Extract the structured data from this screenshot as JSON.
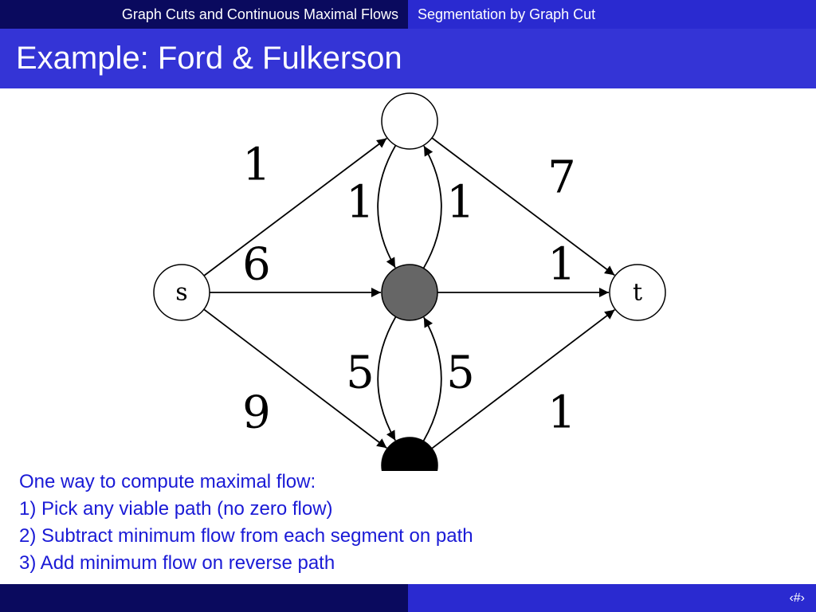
{
  "header": {
    "left_title": "Graph Cuts and Continuous Maximal Flows",
    "right_title": "Segmentation by Graph Cut",
    "slide_title": "Example: Ford & Fulkerson"
  },
  "graph": {
    "nodes": [
      {
        "id": "s",
        "label": "s",
        "fill": "#ffffff"
      },
      {
        "id": "a",
        "label": "",
        "fill": "#ffffff"
      },
      {
        "id": "b",
        "label": "",
        "fill": "#666666"
      },
      {
        "id": "c",
        "label": "",
        "fill": "#000000"
      },
      {
        "id": "t",
        "label": "t",
        "fill": "#ffffff"
      }
    ],
    "edges": [
      {
        "from": "s",
        "to": "a",
        "capacity": "1"
      },
      {
        "from": "s",
        "to": "b",
        "capacity": "6"
      },
      {
        "from": "s",
        "to": "c",
        "capacity": "9"
      },
      {
        "from": "a",
        "to": "t",
        "capacity": "7"
      },
      {
        "from": "b",
        "to": "t",
        "capacity": "1"
      },
      {
        "from": "c",
        "to": "t",
        "capacity": "1"
      },
      {
        "from": "a",
        "to": "b",
        "capacity": "1"
      },
      {
        "from": "b",
        "to": "a",
        "capacity": "1"
      },
      {
        "from": "b",
        "to": "c",
        "capacity": "5"
      },
      {
        "from": "c",
        "to": "b",
        "capacity": "5"
      }
    ]
  },
  "steps": [
    "One way to compute maximal flow:",
    "1) Pick any viable path (no zero flow)",
    "2) Subtract minimum flow from each segment on path",
    "3) Add minimum flow on reverse path"
  ],
  "footer": {
    "page_marker": "‹#›"
  }
}
